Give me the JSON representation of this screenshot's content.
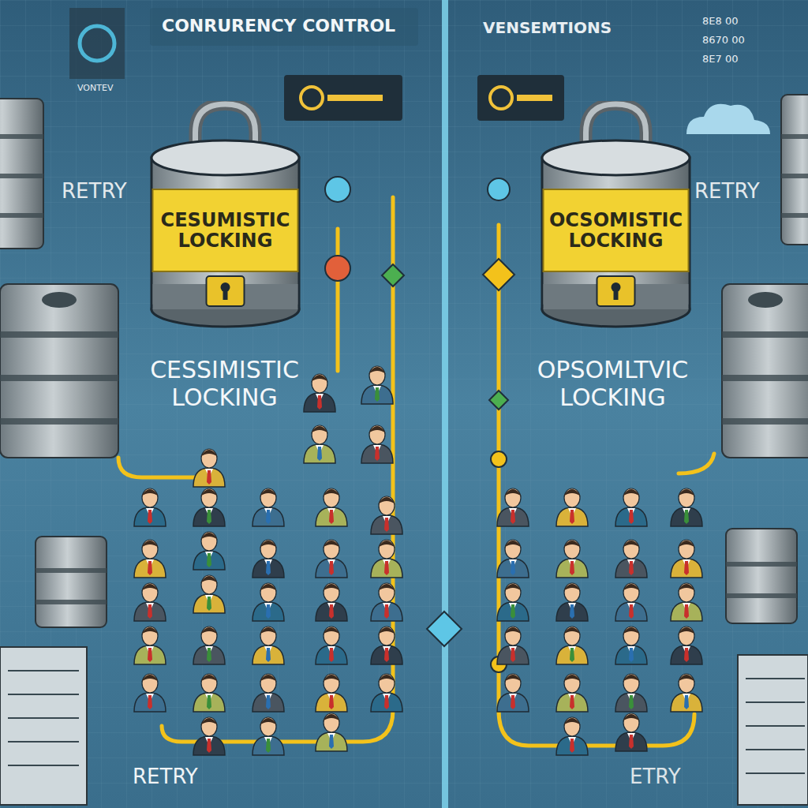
{
  "diagram": {
    "title": "CONRURENCY CONTROL",
    "nodes": [
      {
        "text": [
          "CESUMISTIC LOCKING"
        ]
      },
      {
        "text": [
          "OCSOMISTIC LOCKING"
        ]
      }
    ],
    "labels": [
      "VENSEMTIONS",
      "8E8 00",
      "8670 00",
      "8E7 00",
      "VONTEV",
      "RETRY",
      "RETRY",
      "CESSIMISTIC LOCKING",
      "OPSOMLTVIC LOCKING",
      "RETRY",
      "ETRY"
    ]
  }
}
